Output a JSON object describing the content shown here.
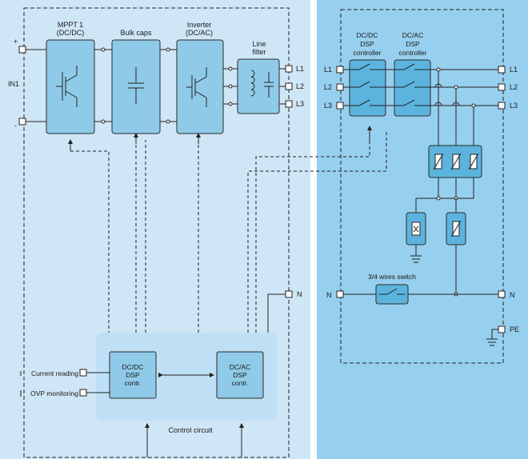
{
  "colors": {
    "left_panel": "#cfe6f6",
    "right_panel": "#97cfee",
    "block_fill": "#8fcae9",
    "block_stroke": "#2b2b2b",
    "control_fill": "#bfe0f4",
    "line": "#222222"
  },
  "left": {
    "in_plus": "+",
    "in_minus": "-",
    "in_label": "IN1",
    "mppt_title": [
      "MPPT 1",
      "(DC/DC)"
    ],
    "bulk_title": [
      "Bulk caps"
    ],
    "inverter_title": [
      "Inverter",
      "(DC/AC)"
    ],
    "filter_title": [
      "Line",
      "filter"
    ],
    "out_l1": "L1",
    "out_l2": "L2",
    "out_l3": "L3",
    "out_n": "N",
    "dcdc_ctrl": [
      "DC/DC",
      "DSP",
      "contr."
    ],
    "dcac_ctrl": [
      "DC/AC",
      "DSP",
      "contr."
    ],
    "control_circuit": "Control circuit",
    "current_reading": "Current reading",
    "ovp_monitoring": "OVP monitoring"
  },
  "right": {
    "in_l1": "L1",
    "in_l2": "L2",
    "in_l3": "L3",
    "dcdc_title": [
      "DC/DC",
      "DSP",
      "controller"
    ],
    "dcac_title": [
      "DC/AC",
      "DSP",
      "controller"
    ],
    "out_l1": "L1",
    "out_l2": "L2",
    "out_l3": "L3",
    "switch_label": "3/4 wires switch",
    "in_n": "N",
    "out_n": "N",
    "pe": "PE"
  },
  "icons": [
    "igbt-icon",
    "capacitor-icon",
    "inductor-icon",
    "switch-icon",
    "varistor-icon",
    "ground-icon"
  ]
}
